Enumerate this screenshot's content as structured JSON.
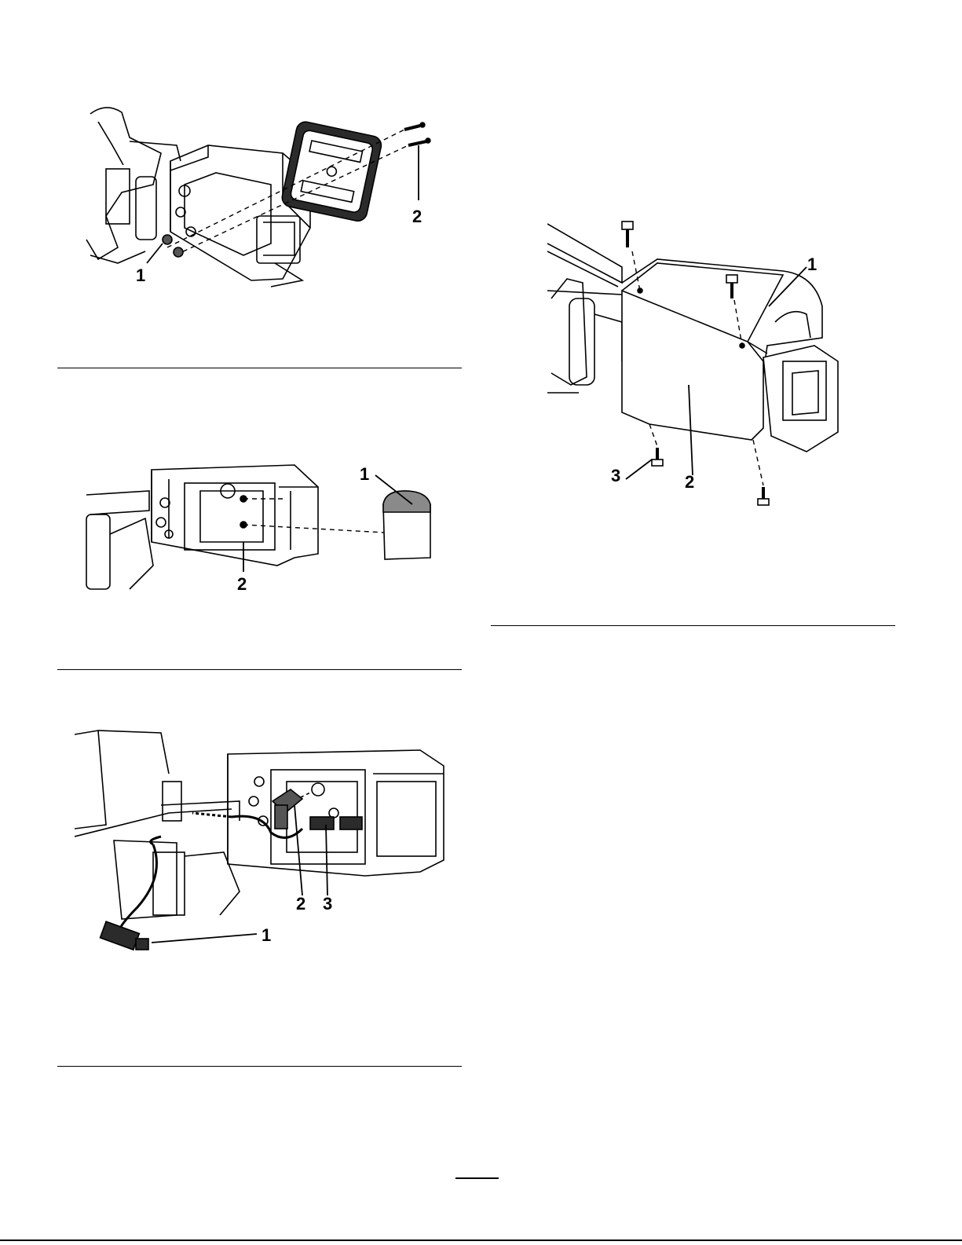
{
  "figures": [
    {
      "id": "fig-top-left",
      "callouts": [
        "1",
        "2"
      ]
    },
    {
      "id": "fig-mid-left",
      "callouts": [
        "1",
        "2"
      ]
    },
    {
      "id": "fig-bottom-left",
      "callouts": [
        "1",
        "2",
        "3"
      ]
    },
    {
      "id": "fig-right",
      "callouts": [
        "1",
        "2",
        "3"
      ]
    }
  ],
  "colors": {
    "line": "#000000",
    "fill_dark": "#2b2b2b",
    "fill_grey": "#8a8a8a",
    "paper": "#ffffff"
  }
}
